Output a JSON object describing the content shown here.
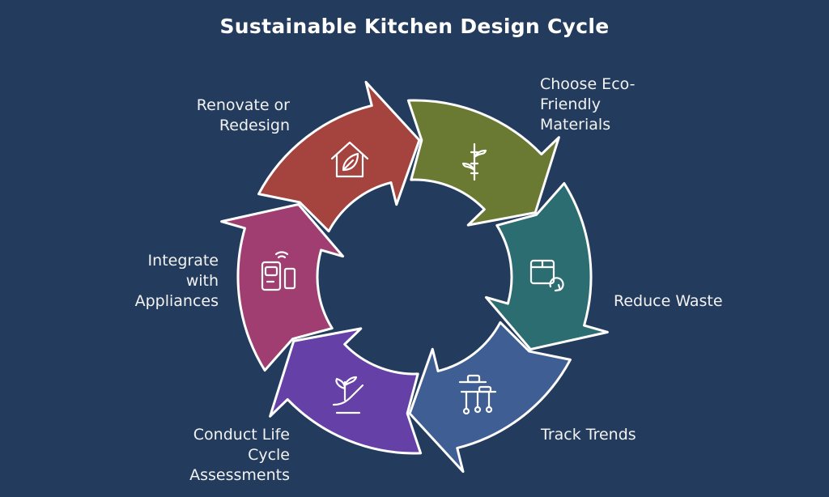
{
  "title": "Sustainable Kitchen Design Cycle",
  "stages": [
    {
      "label": "Choose Eco-\nFriendly\nMaterials",
      "color": "#6b7a32",
      "icon": "bamboo-icon"
    },
    {
      "label": "Reduce Waste",
      "color": "#2c6d72",
      "icon": "recycle-box-icon"
    },
    {
      "label": "Track Trends",
      "color": "#3f5f94",
      "icon": "kitchen-utensils-icon"
    },
    {
      "label": "Conduct Life\nCycle\nAssessments",
      "color": "#6540a6",
      "icon": "plant-hand-icon"
    },
    {
      "label": "Integrate\nwith\nAppliances",
      "color": "#a03e72",
      "icon": "smart-devices-icon"
    },
    {
      "label": "Renovate or\nRedesign",
      "color": "#a5433f",
      "icon": "eco-house-icon"
    }
  ]
}
